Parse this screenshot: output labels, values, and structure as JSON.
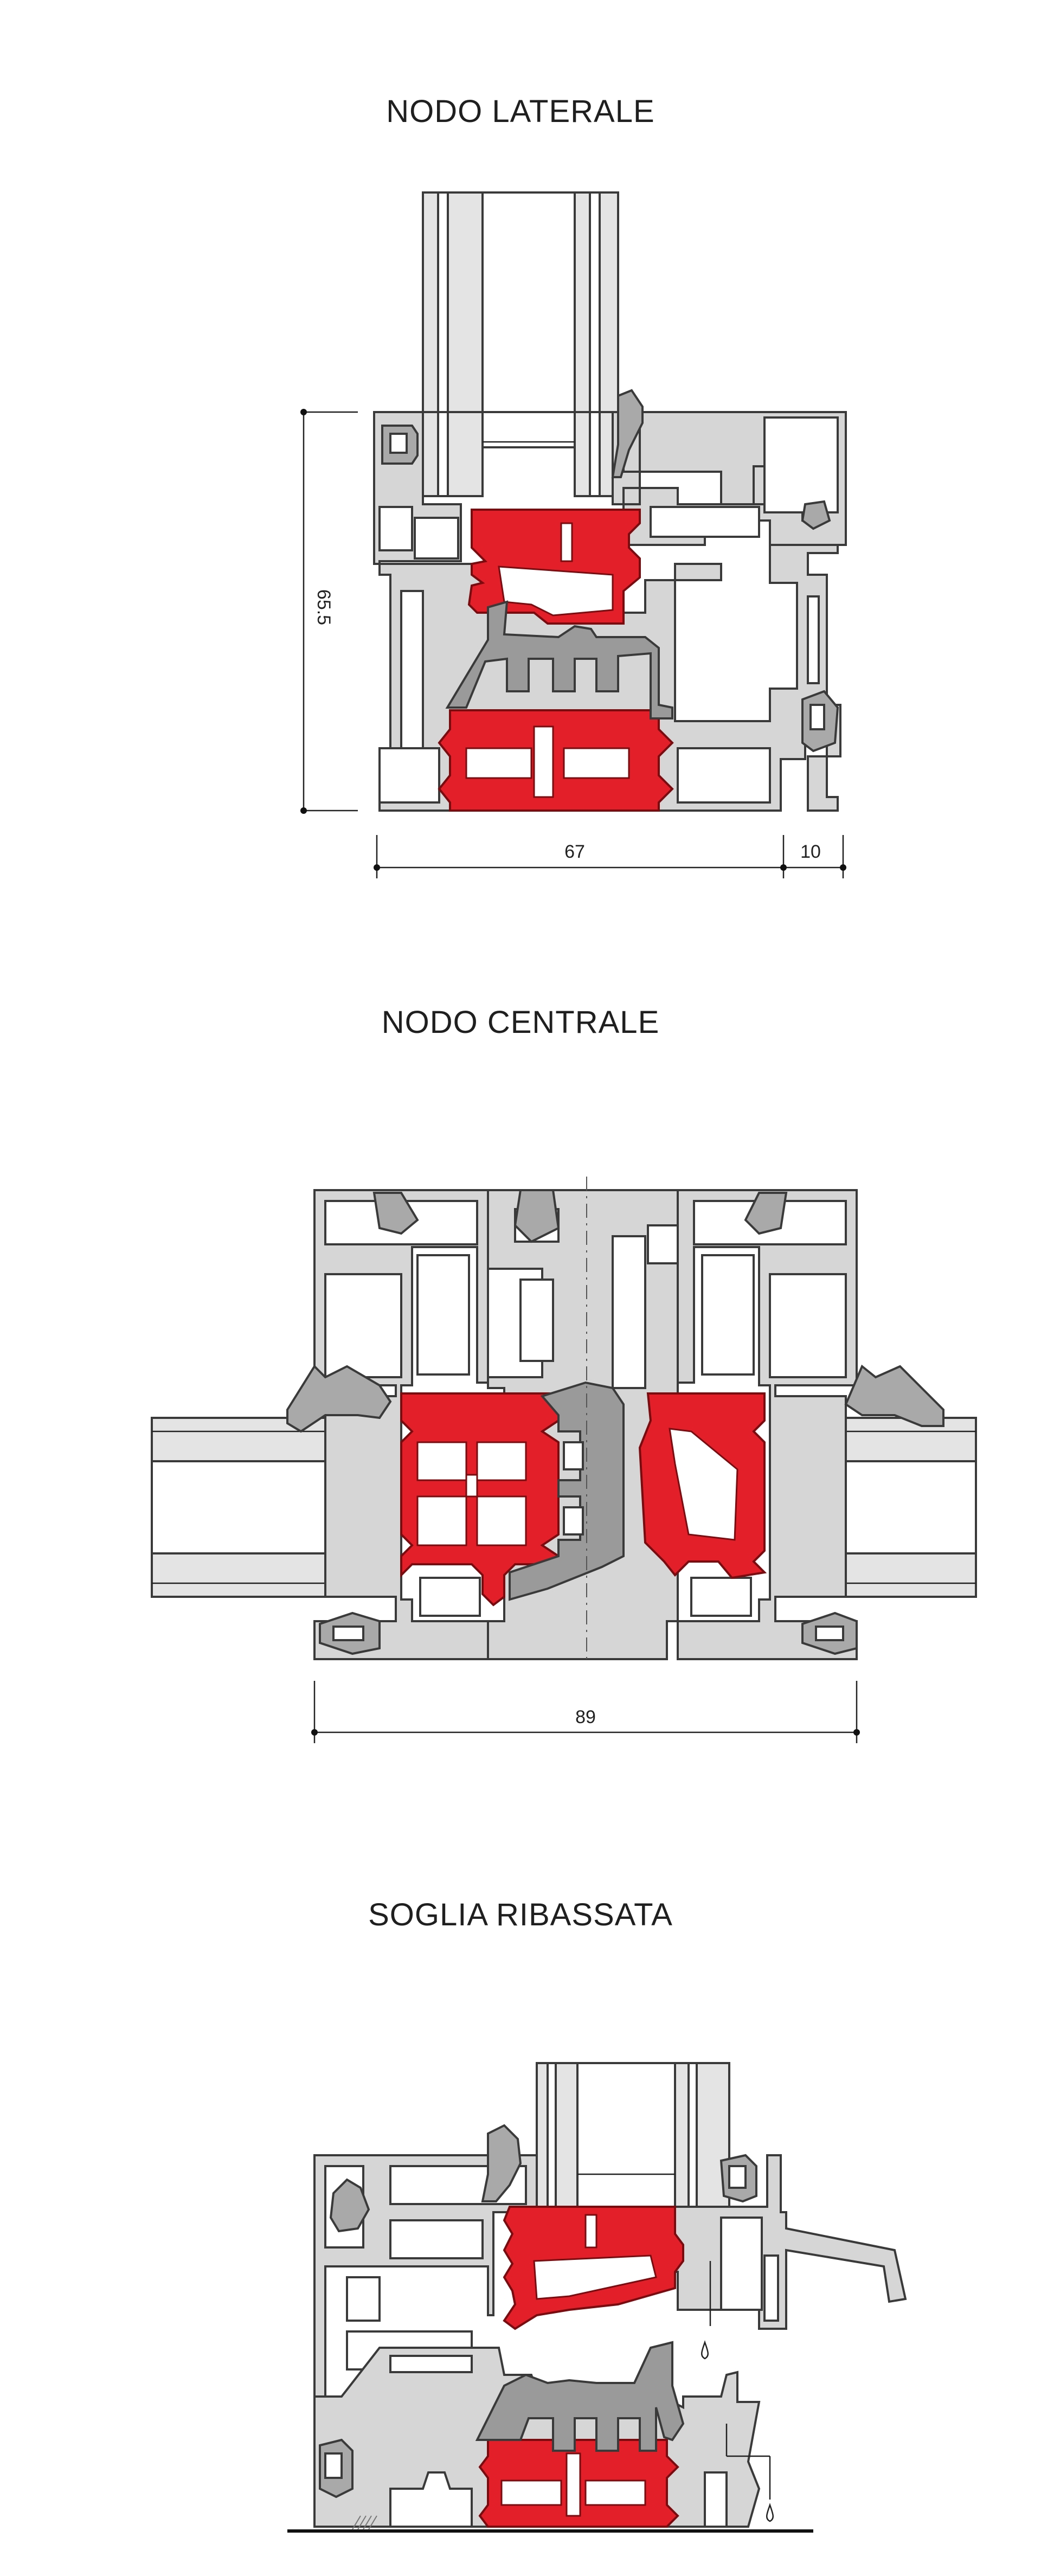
{
  "sections": {
    "laterale": {
      "title": "NODO LATERALE",
      "dimensions": {
        "height": "65.5",
        "width_main": "67",
        "width_extra": "10"
      }
    },
    "centrale": {
      "title": "NODO CENTRALE",
      "dimensions": {
        "width": "89"
      }
    },
    "soglia": {
      "title": "SOGLIA RIBASSATA"
    }
  },
  "colors": {
    "thermal_break": "#e3202a",
    "aluminium": "#d6d6d6",
    "outline": "#3a3a3a",
    "gasket": "#9a9a9a",
    "background": "#ffffff"
  }
}
